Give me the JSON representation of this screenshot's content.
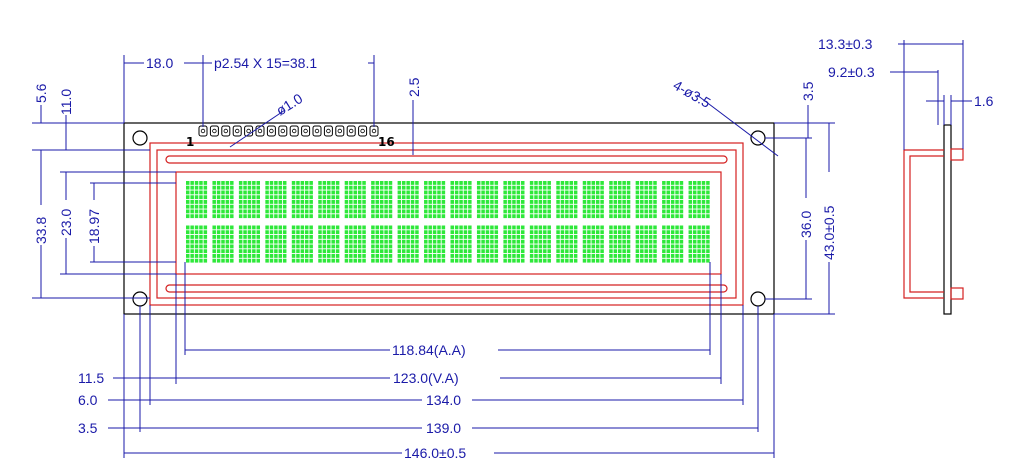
{
  "dimensions": {
    "top_pitch_offset": "18.0",
    "pin_pitch": "p2.54  X 15=38.1",
    "pin_hole_dia": "ø1.0",
    "mount_hole_dia": "4-ø3.5",
    "left_5_6": "5.6",
    "left_11_0": "11.0",
    "left_33_8": "33.8",
    "left_23_0": "23.0",
    "left_18_97": "18.97",
    "top_2_5": "2.5",
    "right_3_5": "3.5",
    "right_36_0": "36.0",
    "right_43_0": "43.0±0.5",
    "aa_width": "118.84(A.A)",
    "va_width": "123.0(V.A)",
    "hole_span": "134.0",
    "board_139": "139.0",
    "board_146": "146.0±0.5",
    "left_11_5": "11.5",
    "left_6_0": "6.0",
    "left_3_5": "3.5",
    "side_13_3": "13.3±0.3",
    "side_9_2": "9.2±0.3",
    "side_1_6": "1.6"
  },
  "pins": {
    "first": "1",
    "last": "16"
  },
  "display": {
    "characters_per_row": 20,
    "rows": 2,
    "dot_columns": 5,
    "dot_rows": 8,
    "pixel_color": "#2ee83a",
    "pin_count": 16
  },
  "colors": {
    "dimension": "#1a1aa8",
    "outline": "#000000",
    "bezel": "#d42020",
    "pixels": "#2ee83a"
  }
}
